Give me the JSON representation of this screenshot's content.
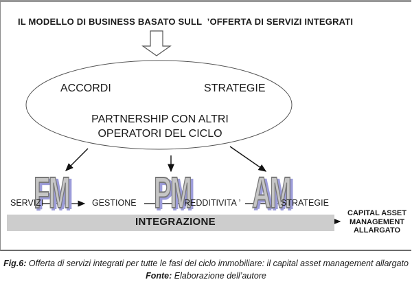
{
  "title": "IL MODELLO DI BUSINESS BASATO SULL  ’OFFERTA DI SERVIZI INTEGRATI",
  "ellipse": {
    "label_left": "ACCORDI",
    "label_right": "STRATEGIE",
    "center_line1": "PARTNERSHIP CON ALTRI",
    "center_line2": "OPERATORI DEL CICLO"
  },
  "blocks": [
    {
      "abbr": "FM"
    },
    {
      "abbr": "PM"
    },
    {
      "abbr": "AM"
    }
  ],
  "flow": {
    "steps": [
      "SERVIZI",
      "GESTIONE",
      "REDDITIVITA ’",
      "STRATEGIE"
    ]
  },
  "integration": {
    "label": "INTEGRAZIONE"
  },
  "capital_asset": {
    "line1": "CAPITAL ASSET",
    "line2": "MANAGEMENT",
    "line3": "ALLARGATO"
  },
  "caption": {
    "fig_label": "Fig.6:",
    "fig_text": " Offerta di servizi integrati per tutte le fasi del ciclo immobiliare: il capital asset management allargato",
    "fonte_label": "Fonte:",
    "fonte_text": " Elaborazione dell’autore"
  },
  "colors": {
    "bar_fill": "#cdcdcd",
    "block_fill": "#c6c6c6",
    "block_outline": "#787878",
    "block_shadow": "#9d9dda",
    "line_color": "#111111",
    "frame_border": "#8a8a8a"
  }
}
